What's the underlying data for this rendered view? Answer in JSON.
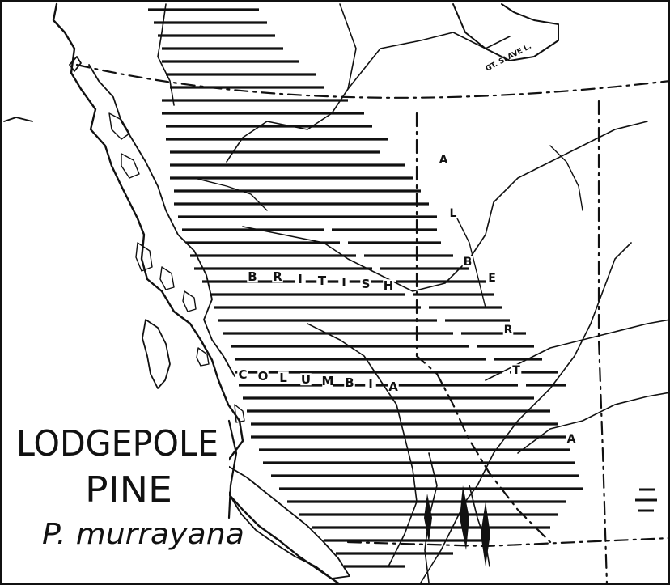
{
  "map": {
    "title": {
      "line1": "LODGEPOLE",
      "line2": "PINE",
      "scientific_name": "P. murrayana"
    },
    "region_labels": {
      "british": [
        "B",
        "R",
        "I",
        "T",
        "I",
        "S",
        "H"
      ],
      "columbia": [
        "C",
        "O",
        "L",
        "U",
        "M",
        "B",
        "I",
        "A"
      ],
      "alberta": [
        "A",
        "L",
        "B",
        "E",
        "R",
        "T",
        "A"
      ]
    },
    "lake_label": "GT. SLAVE L.",
    "colors": {
      "ink": "#111111",
      "paper": "#ffffff"
    }
  }
}
